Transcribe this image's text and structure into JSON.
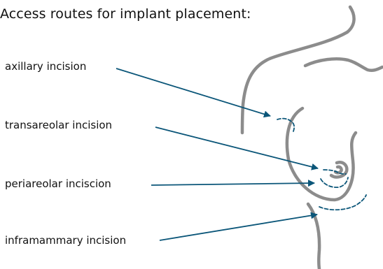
{
  "title": "Access routes for implant placement:",
  "labels": {
    "axillary": "axillary incision",
    "transareolar": "transareolar incision",
    "periareolar": "periareolar inciscion",
    "inframammary": "inframammary incision"
  },
  "colors": {
    "arrow": "#0b5679",
    "outline": "#8c8c8c",
    "text": "#111111"
  }
}
